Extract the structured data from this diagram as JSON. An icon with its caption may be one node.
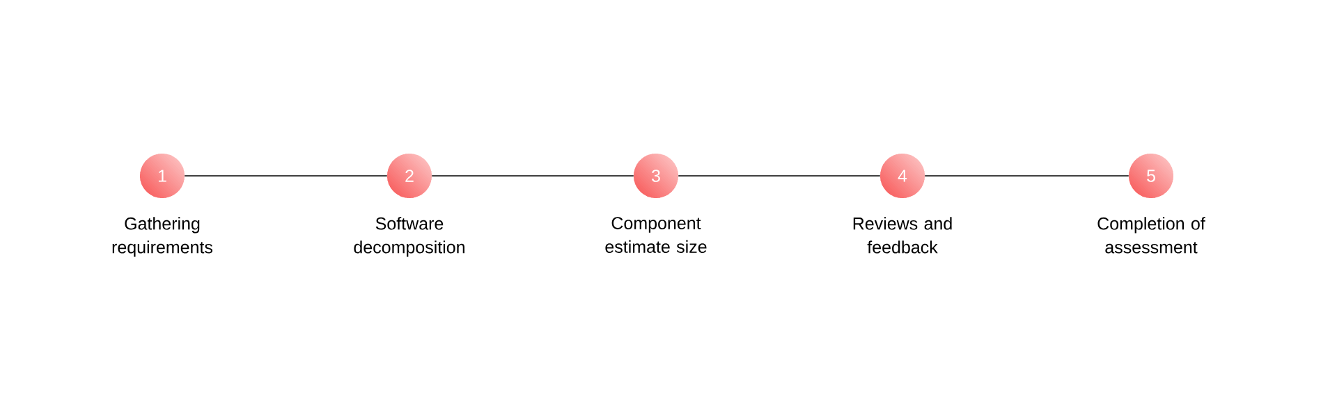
{
  "diagram": {
    "nodes": [
      {
        "text": [
          "1"
        ],
        "beside": [
          "Gathering requirements"
        ]
      },
      {
        "text": [
          "2"
        ],
        "beside": [
          "Software decomposition"
        ]
      },
      {
        "text": [
          "3"
        ],
        "beside": [
          "Component estimate size"
        ]
      },
      {
        "text": [
          "4"
        ],
        "beside": [
          "Reviews and feedback"
        ]
      },
      {
        "text": [
          "5"
        ],
        "beside": [
          "Completion of assessment"
        ]
      }
    ],
    "edges": [
      {
        "from": 0,
        "to": 1,
        "arrow": "none"
      },
      {
        "from": 1,
        "to": 2,
        "arrow": "none"
      },
      {
        "from": 2,
        "to": 3,
        "arrow": "none"
      },
      {
        "from": 3,
        "to": 4,
        "arrow": "none"
      }
    ]
  }
}
